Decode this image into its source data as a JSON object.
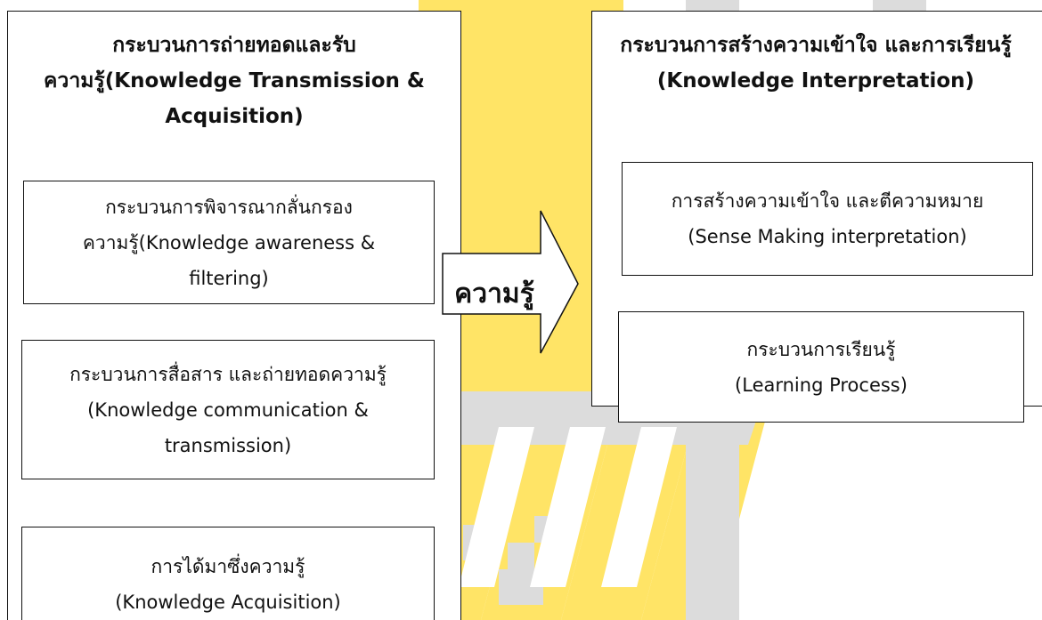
{
  "diagram": {
    "left_panel": {
      "heading": "กระบวนการถ่ายทอดและรับ\nความรู้(Knowledge Transmission &\nAcquisition)",
      "items": [
        {
          "text": "กระบวนการพิจารณากลั่นกรอง\nความรู้(Knowledge awareness &\nfiltering)"
        },
        {
          "text": "กระบวนการสื่อสาร และถ่ายทอดความรู้\n(Knowledge communication &\ntransmission)"
        },
        {
          "text": "การได้มาซึ่งความรู้\n(Knowledge Acquisition)"
        }
      ]
    },
    "arrow_label": "ความรู้",
    "right_panel": {
      "heading": "กระบวนการสร้างความเข้าใจ และการเรียนรู้\n(Knowledge Interpretation)",
      "items": [
        {
          "text": "การสร้างความเข้าใจ และตีความหมาย\n(Sense Making interpretation)"
        },
        {
          "text": "กระบวนการเรียนรู้\n(Learning Process)"
        }
      ]
    }
  },
  "colors": {
    "border": "#111111",
    "watermark_yellow": "#FFE466",
    "watermark_gray": "#DCDCDC"
  }
}
